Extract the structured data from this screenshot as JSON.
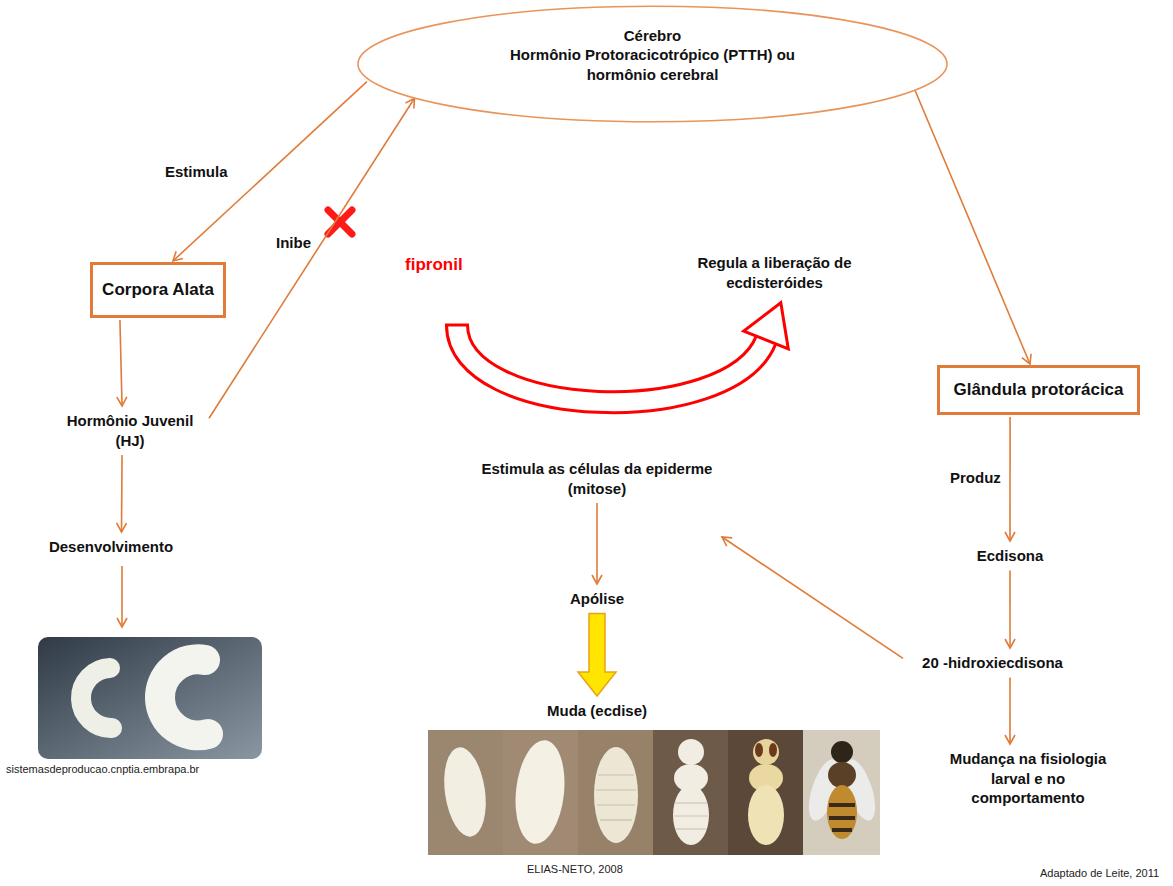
{
  "diagram": {
    "nodes": [
      {
        "text": [
          "Cérebro",
          "Hormônio Protoracicotrópico (PTTH) ou hormônio cerebral"
        ]
      },
      {
        "text": [
          "Corpora Alata"
        ]
      },
      {
        "text": [
          "Hormônio Juvenil (HJ)"
        ]
      },
      {
        "text": [
          "Desenvolvimento"
        ]
      },
      {
        "text": [
          "Glândula protorácica"
        ]
      },
      {
        "text": [
          "Ecdisona"
        ]
      },
      {
        "text": [
          "20 -hidroxiecdisona"
        ]
      },
      {
        "text": [
          "Mudança na fisiologia larval e no comportamento"
        ]
      },
      {
        "text": [
          "Estimula as células da epiderme (mitose)"
        ]
      },
      {
        "text": [
          "Apólise"
        ]
      },
      {
        "text": [
          "Muda (ecdise)"
        ]
      },
      {
        "text": [
          "Regula a liberação de ecdisteróides"
        ]
      }
    ],
    "edges": [
      {
        "from": 0,
        "to": 1,
        "label": "Estimula",
        "arrow": "to"
      },
      {
        "from": 1,
        "to": 2,
        "arrow": "to"
      },
      {
        "from": 2,
        "to": 3,
        "arrow": "to"
      },
      {
        "from": 2,
        "to": 0,
        "label": "Inibe",
        "arrow": "to"
      },
      {
        "from": 0,
        "to": 4,
        "arrow": "to"
      },
      {
        "from": 4,
        "to": 5,
        "label": "Produz",
        "arrow": "to"
      },
      {
        "from": 5,
        "to": 6,
        "arrow": "to"
      },
      {
        "from": 6,
        "to": 7,
        "arrow": "to"
      },
      {
        "from": 6,
        "to": 8,
        "arrow": "to"
      },
      {
        "from": 8,
        "to": 9,
        "arrow": "to"
      },
      {
        "from": 9,
        "to": 10,
        "arrow": "to"
      }
    ],
    "labels": [
      "fipronil",
      "sistemasdeproducao.cnptia.embrapa.br",
      "ELIAS-NETO, 2008",
      "Adaptado de Leite, 2011"
    ]
  }
}
